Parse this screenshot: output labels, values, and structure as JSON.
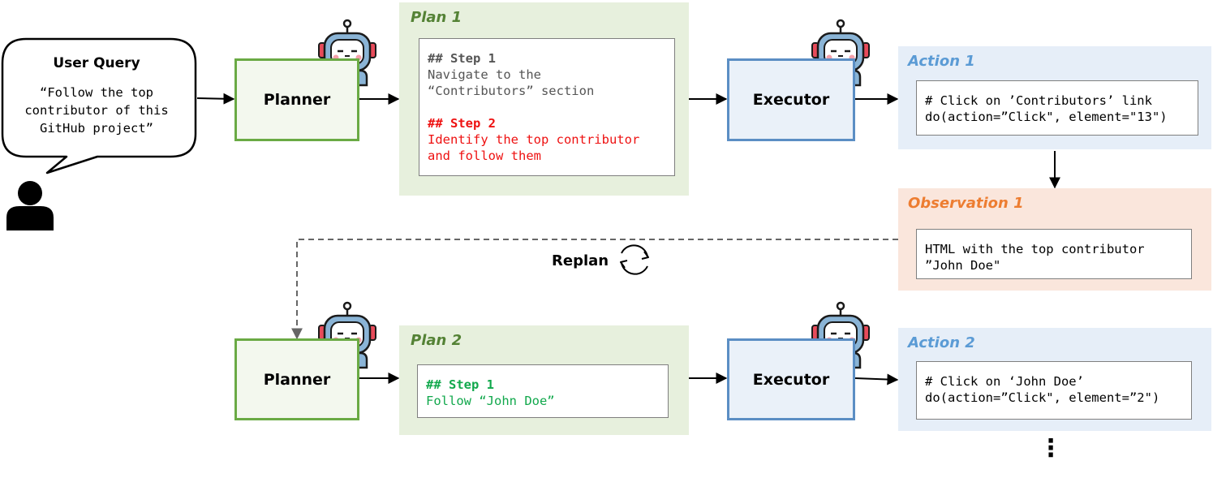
{
  "user_query": {
    "title": "User Query",
    "lines": [
      "“Follow the top",
      "contributor of this",
      "GitHub project”"
    ]
  },
  "planner_label": "Planner",
  "executor_label": "Executor",
  "plan1": {
    "title": "Plan 1",
    "step1_heading": "## Step 1",
    "step1_lines": [
      "Navigate to the",
      "“Contributors” section"
    ],
    "step2_heading": "## Step 2",
    "step2_lines": [
      "Identify the top contributor",
      "and follow them"
    ]
  },
  "action1": {
    "title": "Action 1",
    "lines": [
      "# Click on ’Contributors’ link",
      "do(action=”Click\", element=\"13\")"
    ]
  },
  "observation1": {
    "title": "Observation 1",
    "lines": [
      "HTML with the top contributor",
      "”John Doe\""
    ]
  },
  "replan_label": "Replan",
  "plan2": {
    "title": "Plan 2",
    "step1_heading": "## Step 1",
    "step1_lines": [
      "Follow “John Doe”"
    ]
  },
  "action2": {
    "title": "Action 2",
    "lines": [
      "# Click on ‘John Doe’",
      "do(action=”Click\", element=”2\")"
    ]
  },
  "continuation": "⋮",
  "colors": {
    "planner_border": "#6aaa44",
    "executor_border": "#5b8ec4",
    "plan_title": "#548235",
    "action_title": "#5b9bd5",
    "observation_title": "#ed7d31",
    "step_failed": "#ee1111",
    "step_new": "#11a84c"
  }
}
